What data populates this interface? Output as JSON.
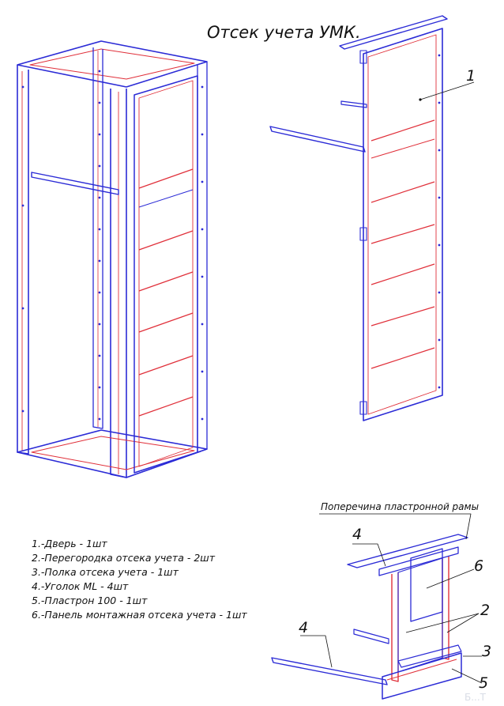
{
  "title": "Отсек учета УМК.",
  "callouts": {
    "door": "1",
    "partition": "2",
    "shelf": "3",
    "corner_top": "4",
    "corner_bottom": "4",
    "plastron": "5",
    "mount_panel": "6"
  },
  "crossbar_label": "Поперечина пластронной рамы",
  "legend": [
    "1.-Дверь - 1шт",
    "2.-Перегородка отсека учета - 2шт",
    "3.-Полка отсека учета - 1шт",
    "4.-Уголок ML - 4шт",
    "5.-Пластрон 100 - 1шт",
    "6.-Панель монтажная отсека учета - 1шт"
  ],
  "watermark": "Б...Т",
  "colors": {
    "outline": "#2b2bd6",
    "edge": "#e0303a",
    "text": "#111111"
  }
}
